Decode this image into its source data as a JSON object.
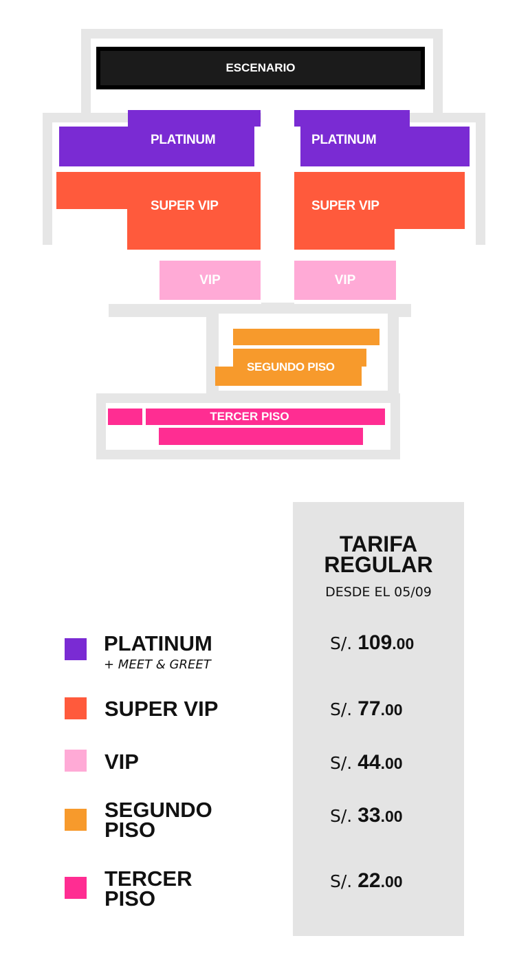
{
  "map": {
    "stage_label": "ESCENARIO",
    "zones": {
      "platinum_left": "PLATINUM",
      "platinum_right": "PLATINUM",
      "super_vip_left": "SUPER VIP",
      "super_vip_right": "SUPER VIP",
      "vip_left": "VIP",
      "vip_right": "VIP",
      "segundo_piso": "SEGUNDO PISO",
      "tercer_piso": "TERCER PISO"
    },
    "colors": {
      "stage": "#1b1b1b",
      "platinum": "#7a2bd3",
      "super_vip": "#ff5a3c",
      "vip": "#ffaad6",
      "segundo_piso": "#f79a2c",
      "tercer_piso": "#ff2d92",
      "floor": "#e6e6e6",
      "price_panel": "#e4e4e4"
    }
  },
  "pricing": {
    "header_line1": "TARIFA",
    "header_line2": "REGULAR",
    "header_sub": "DESDE EL 05/09",
    "currency": "S/.",
    "rows": [
      {
        "label_line1": "PLATINUM",
        "label_line2": "",
        "sub": "+ MEET & GREET",
        "price_int": "109",
        "price_dec": ".00"
      },
      {
        "label_line1": "SUPER VIP",
        "label_line2": "",
        "sub": "",
        "price_int": "77",
        "price_dec": ".00"
      },
      {
        "label_line1": "VIP",
        "label_line2": "",
        "sub": "",
        "price_int": "44",
        "price_dec": ".00"
      },
      {
        "label_line1": "SEGUNDO",
        "label_line2": "PISO",
        "sub": "",
        "price_int": "33",
        "price_dec": ".00"
      },
      {
        "label_line1": "TERCER",
        "label_line2": "PISO",
        "sub": "",
        "price_int": "22",
        "price_dec": ".00"
      }
    ]
  }
}
